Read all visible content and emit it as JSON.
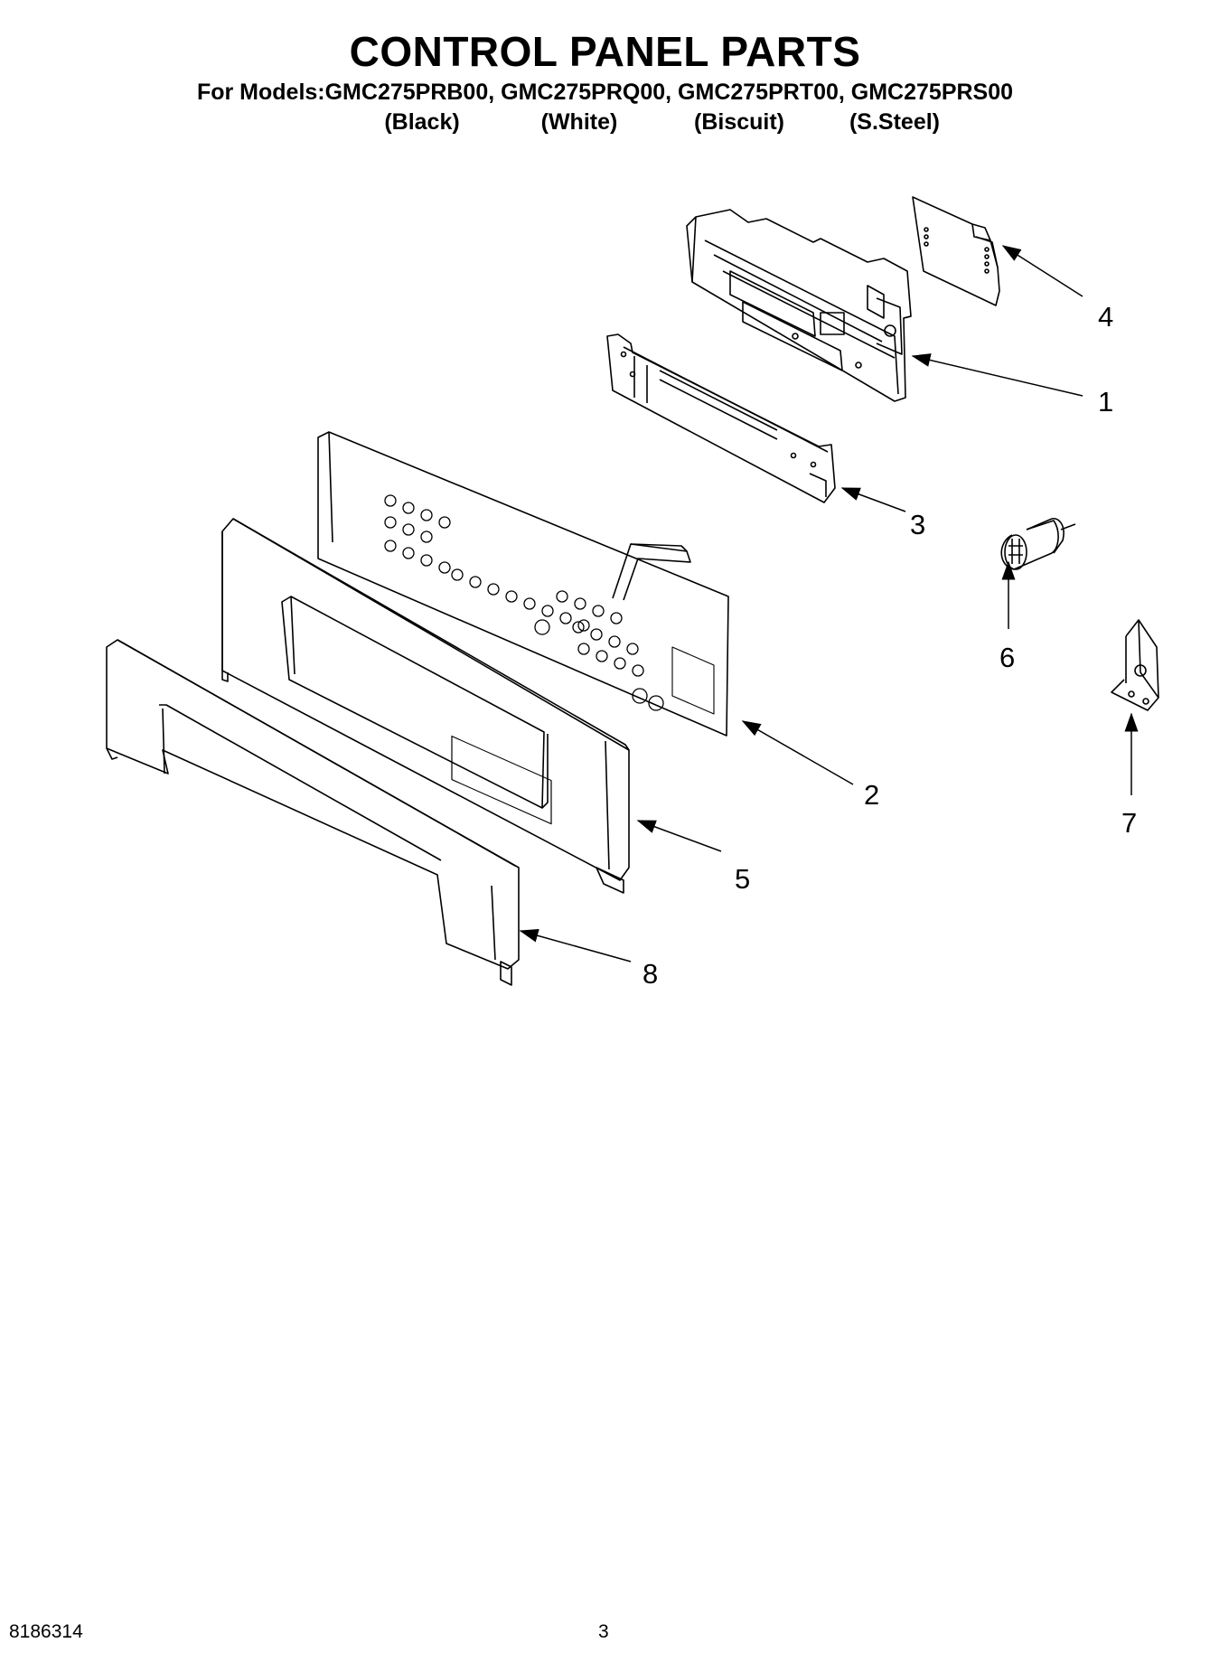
{
  "header": {
    "title": "CONTROL PANEL PARTS",
    "models_line": "For Models:GMC275PRB00, GMC275PRQ00, GMC275PRT00, GMC275PRS00",
    "finishes": [
      "(Black)",
      "(White)",
      "(Biscuit)",
      "(S.Steel)"
    ]
  },
  "callouts": [
    "4",
    "1",
    "3",
    "6",
    "7",
    "2",
    "5",
    "8"
  ],
  "footer": {
    "doc_number": "8186314",
    "page_number": "3"
  }
}
